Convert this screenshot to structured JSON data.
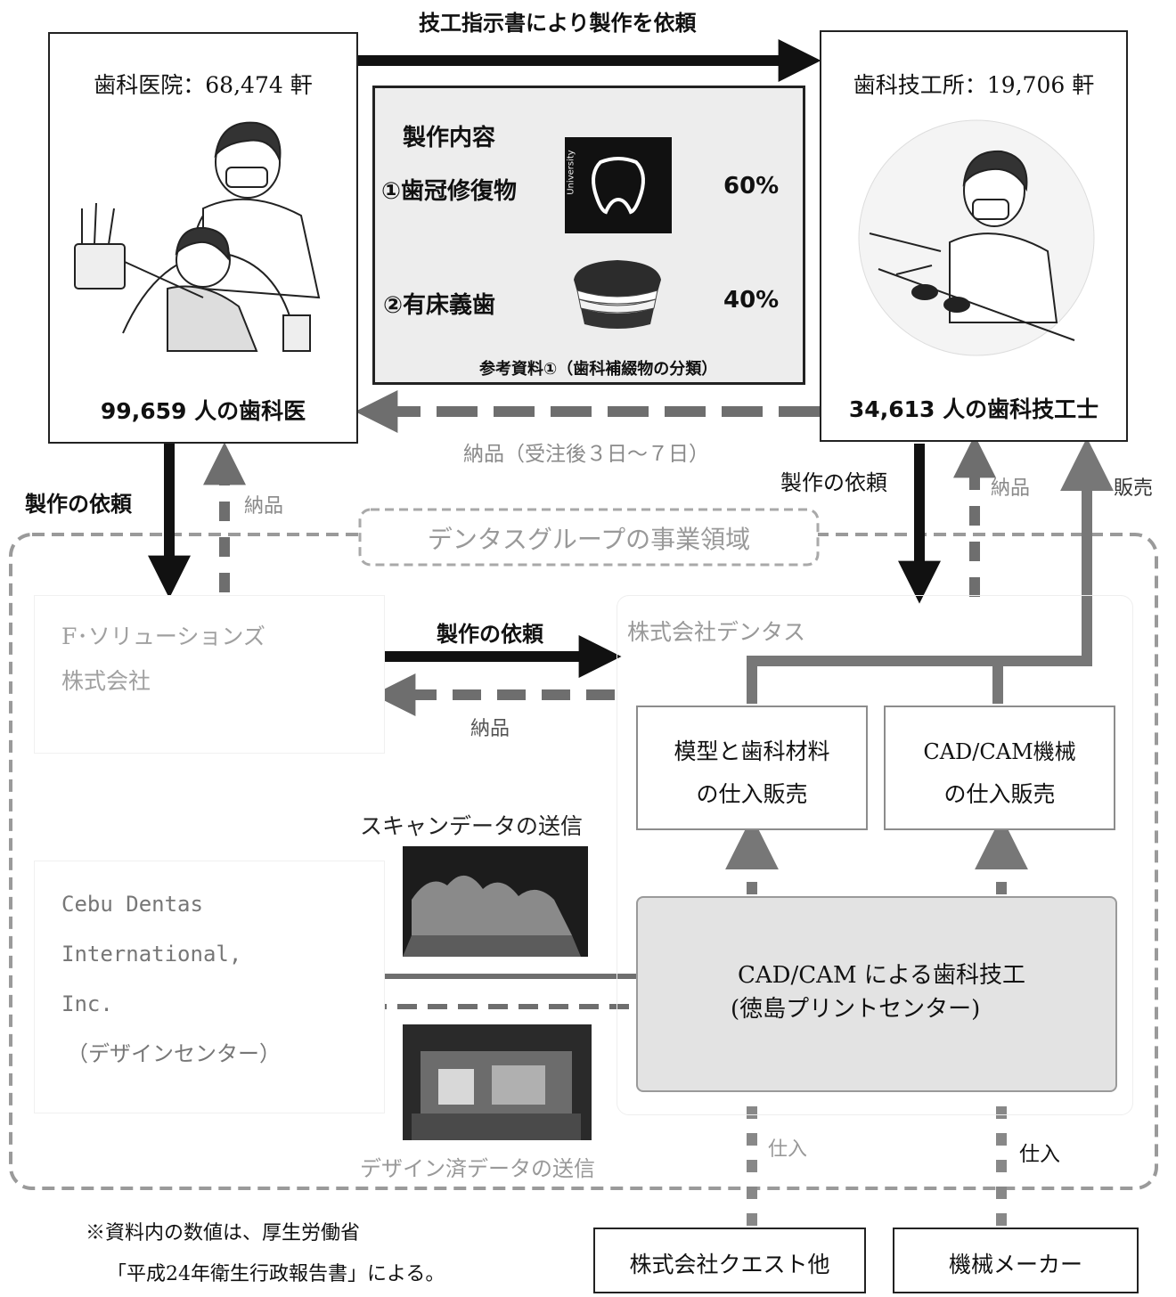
{
  "top_arrow_label": "技工指示書により製作を依頼",
  "clinic": {
    "title": "歯科医院：68,474 軒",
    "count": "99,659 人の歯科医"
  },
  "lab": {
    "title": "歯科技工所：19,706 軒",
    "count": "34,613 人の歯科技工士"
  },
  "production": {
    "heading": "製作内容",
    "item1": "①歯冠修復物",
    "item1_pct": "60%",
    "item2": "②有床義歯",
    "item2_pct": "40%",
    "reference": "参考資料①（歯科補綴物の分類）",
    "tooth_image_text": "University"
  },
  "delivery_top": "納品（受注後３日〜７日）",
  "left_order": "製作の依頼",
  "left_delivery": "納品",
  "right_order": "製作の依頼",
  "right_delivery": "納品",
  "right_sales": "販売",
  "group_domain": "デンタスグループの事業領域",
  "fsol": {
    "line1": "F･ソリューションズ",
    "line2": "株式会社"
  },
  "middle_order": "製作の依頼",
  "middle_delivery": "納品",
  "dentas": "株式会社デンタス",
  "model_sales": {
    "line1": "模型と歯科材料",
    "line2": "の仕入販売"
  },
  "cadcam_sales": {
    "line1": "CAD/CAM機械",
    "line2": "の仕入販売"
  },
  "scan_send": "スキャンデータの送信",
  "design_send": "デザイン済データの送信",
  "cebu": {
    "line1": "Cebu Dentas",
    "line2": "International,",
    "line3": "Inc.",
    "line4": "（デザインセンター）"
  },
  "print_center": {
    "line1": "CAD/CAM による歯科技工",
    "line2": "(徳島プリントセンター)"
  },
  "purchase_left": "仕入",
  "purchase_right": "仕入",
  "quest": "株式会社クエスト他",
  "maker": "機械メーカー",
  "note_line1": "※資料内の数値は、厚生労働省",
  "note_line2": "「平成24年衛生行政報告書」による。",
  "colors": {
    "black": "#111111",
    "gray_arrow": "#777777",
    "light_gray": "#a9a9a9",
    "print_center_bg": "#e3e3e3"
  }
}
